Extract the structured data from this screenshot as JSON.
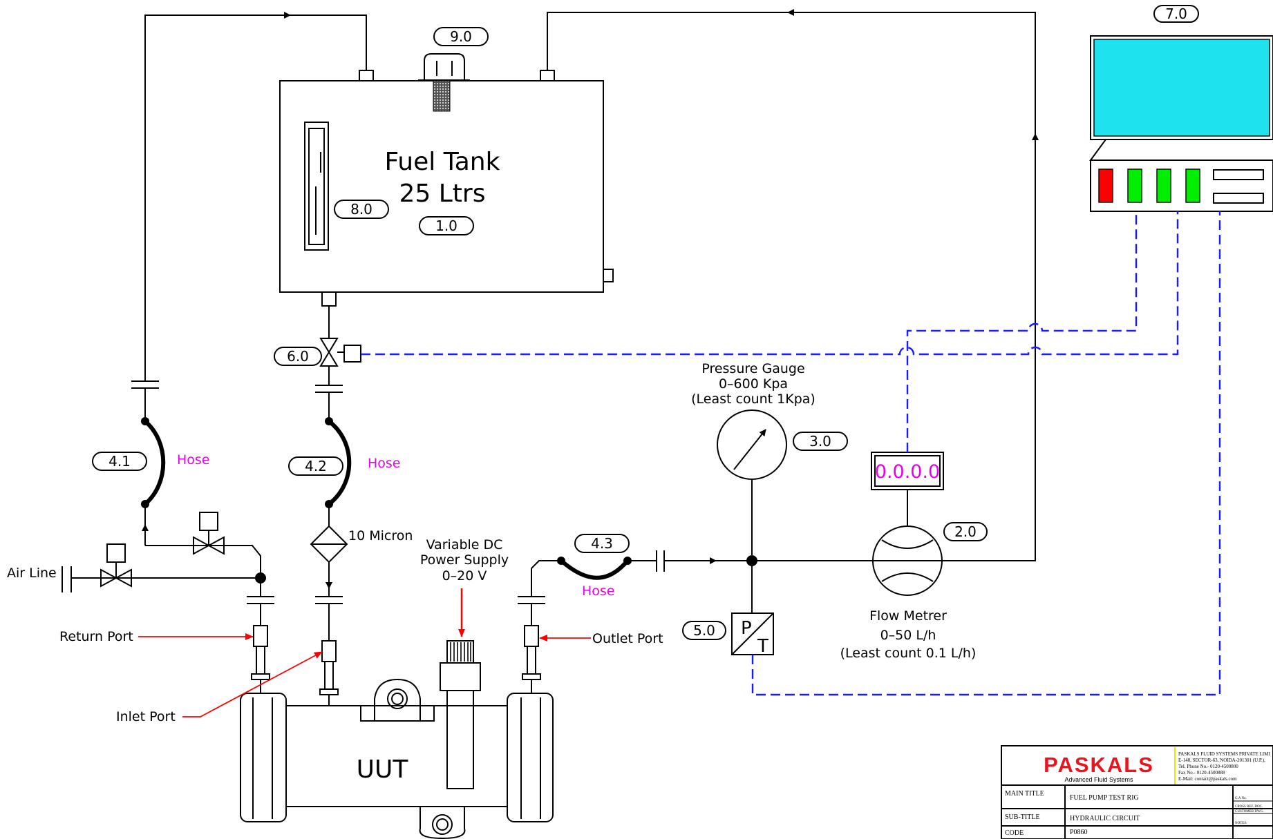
{
  "tank": {
    "line1": "Fuel Tank",
    "line2": "25 Ltrs",
    "tag": "1.0"
  },
  "breather_tag": "9.0",
  "sight_glass_tag": "8.0",
  "computer_tag": "7.0",
  "valve_tag": "6.0",
  "hose1": {
    "tag": "4.1",
    "label": "Hose"
  },
  "hose2": {
    "tag": "4.2",
    "label": "Hose"
  },
  "hose3": {
    "tag": "4.3",
    "label": "Hose"
  },
  "filter_label": "10 Micron",
  "air_line": "Air Line",
  "power_supply": {
    "line1": "Variable DC",
    "line2": "Power Supply",
    "line3": "0–20 V"
  },
  "ports": {
    "return": "Return Port",
    "inlet": "Inlet Port",
    "outlet": "Outlet Port"
  },
  "uut": "UUT",
  "pressure_gauge": {
    "line1": "Pressure Gauge",
    "line2": "0–600 Kpa",
    "line3": "(Least count 1Kpa)",
    "tag": "3.0"
  },
  "transducer": {
    "tag": "5.0",
    "p": "P",
    "t": "T"
  },
  "flow_meter": {
    "line1": "Flow Metrer",
    "line2": "0–50 L/h",
    "line3": "(Least count 0.1 L/h)",
    "tag": "2.0",
    "display": "0.0.0.0"
  },
  "title_block": {
    "logo": "PASKALS",
    "logo_sub": "Advanced Fluid Systems",
    "company_lines": [
      "PASKALS FLUID SYSTEMS PRIVATE LIMI",
      "E-148, SECTOR-63, NOIDA-201301 (U.P.),",
      "Tel. Phone No.- 0120-4500800",
      "Fax No.- 0120-4500888",
      "E-Mail: contact@paskals.com"
    ],
    "main_title_label": "MAIN TITLE",
    "main_title": "FUEL PUMP TEST RIG",
    "sub_title_label": "SUB-TITLE",
    "sub_title": "HYDRAULIC CIRCUIT",
    "code_label": "CODE",
    "code": "P0860",
    "side_labels": [
      "G.A No.",
      "CROSS REF. DOC.",
      "CUSTOMER DWG.",
      "NOTES:"
    ]
  },
  "colors": {
    "signal_line": "#1a1aff",
    "callout": "#ff0000",
    "hose_label": "#e800e8",
    "screen": "#1ee3ee",
    "indicator_red": "#ff0000",
    "indicator_green": "#00ee00",
    "logo": "#e8141e"
  }
}
